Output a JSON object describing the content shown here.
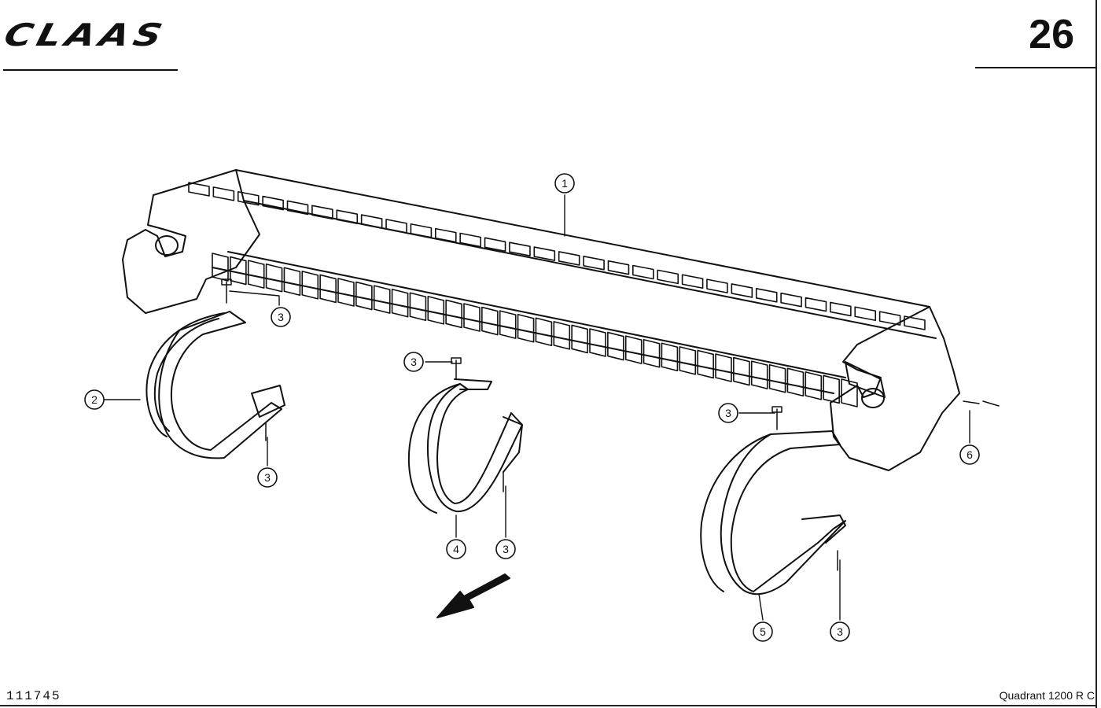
{
  "header": {
    "brand": "CLAAS",
    "page_number": "26"
  },
  "footer": {
    "figure_id": "111745",
    "model": "Quadrant  1200 R C"
  },
  "callouts": {
    "c1": "1",
    "c2": "2",
    "c3a": "3",
    "c3b": "3",
    "c3c": "3",
    "c3d": "3",
    "c3e": "3",
    "c3f": "3",
    "c4": "4",
    "c5": "5",
    "c6": "6"
  }
}
